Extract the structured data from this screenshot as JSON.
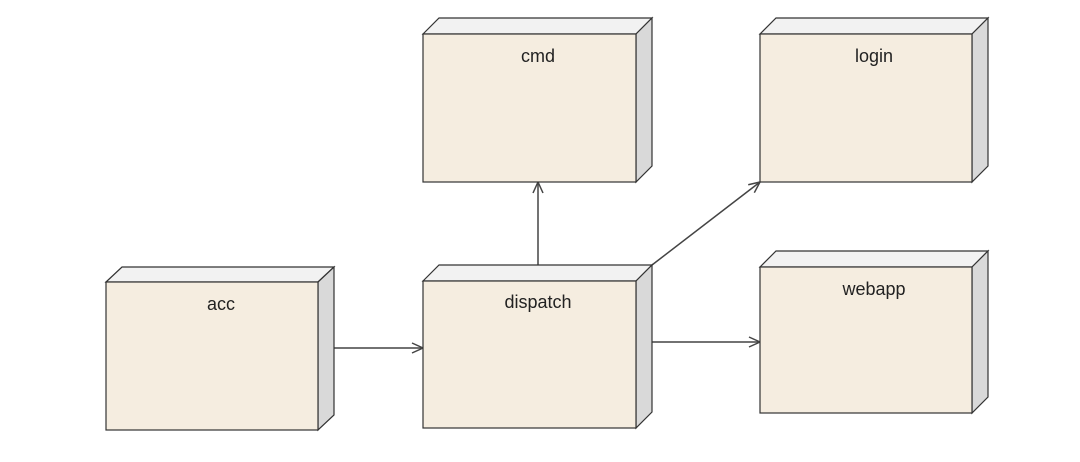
{
  "diagram": {
    "nodes": [
      {
        "id": "acc",
        "label": "acc"
      },
      {
        "id": "dispatch",
        "label": "dispatch"
      },
      {
        "id": "cmd",
        "label": "cmd"
      },
      {
        "id": "login",
        "label": "login"
      },
      {
        "id": "webapp",
        "label": "webapp"
      }
    ],
    "edges": [
      {
        "from": "acc",
        "to": "dispatch"
      },
      {
        "from": "dispatch",
        "to": "cmd"
      },
      {
        "from": "dispatch",
        "to": "login"
      },
      {
        "from": "dispatch",
        "to": "webapp"
      }
    ],
    "colors": {
      "node_fill": "#f5ede0",
      "node_side": "#d9d9d9",
      "node_top": "#f2f2f2",
      "stroke": "#333333",
      "edge": "#444444"
    }
  }
}
